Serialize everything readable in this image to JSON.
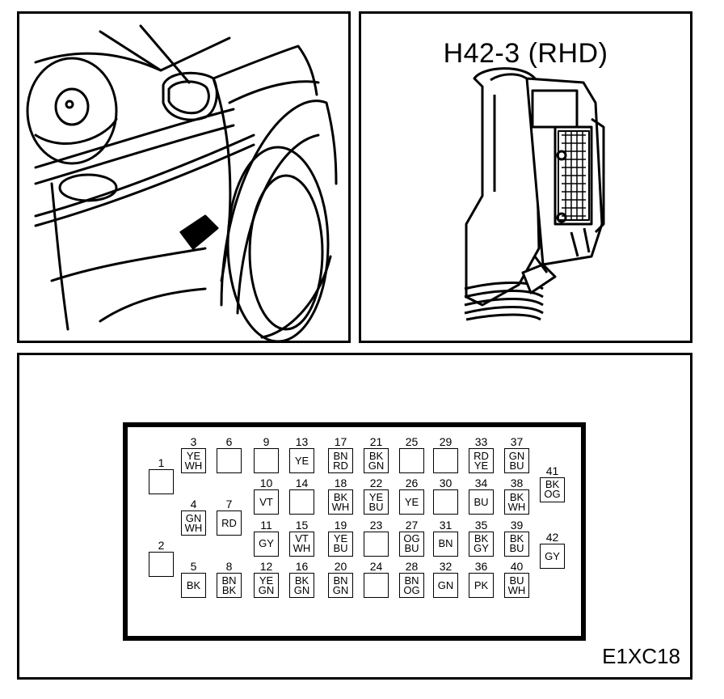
{
  "connector": {
    "title": "H42-3 (RHD)",
    "code": "E1XC18"
  },
  "pins": [
    {
      "n": "1",
      "c": [
        ""
      ]
    },
    {
      "n": "2",
      "c": [
        ""
      ]
    },
    {
      "n": "3",
      "c": [
        "YE",
        "WH"
      ]
    },
    {
      "n": "4",
      "c": [
        "GN",
        "WH"
      ]
    },
    {
      "n": "5",
      "c": [
        "BK"
      ]
    },
    {
      "n": "6",
      "c": [
        ""
      ]
    },
    {
      "n": "7",
      "c": [
        "RD"
      ]
    },
    {
      "n": "8",
      "c": [
        "BN",
        "BK"
      ]
    },
    {
      "n": "9",
      "c": [
        ""
      ]
    },
    {
      "n": "10",
      "c": [
        "VT"
      ]
    },
    {
      "n": "11",
      "c": [
        "GY"
      ]
    },
    {
      "n": "12",
      "c": [
        "YE",
        "GN"
      ]
    },
    {
      "n": "13",
      "c": [
        "YE"
      ]
    },
    {
      "n": "14",
      "c": [
        ""
      ]
    },
    {
      "n": "15",
      "c": [
        "VT",
        "WH"
      ]
    },
    {
      "n": "16",
      "c": [
        "BK",
        "GN"
      ]
    },
    {
      "n": "17",
      "c": [
        "BN",
        "RD"
      ]
    },
    {
      "n": "18",
      "c": [
        "BK",
        "WH"
      ]
    },
    {
      "n": "19",
      "c": [
        "YE",
        "BU"
      ]
    },
    {
      "n": "20",
      "c": [
        "BN",
        "GN"
      ]
    },
    {
      "n": "21",
      "c": [
        "BK",
        "GN"
      ]
    },
    {
      "n": "22",
      "c": [
        "YE",
        "BU"
      ]
    },
    {
      "n": "23",
      "c": [
        ""
      ]
    },
    {
      "n": "24",
      "c": [
        ""
      ]
    },
    {
      "n": "25",
      "c": [
        ""
      ]
    },
    {
      "n": "26",
      "c": [
        "YE"
      ]
    },
    {
      "n": "27",
      "c": [
        "OG",
        "BU"
      ]
    },
    {
      "n": "28",
      "c": [
        "BN",
        "OG"
      ]
    },
    {
      "n": "29",
      "c": [
        ""
      ]
    },
    {
      "n": "30",
      "c": [
        ""
      ]
    },
    {
      "n": "31",
      "c": [
        "BN"
      ]
    },
    {
      "n": "32",
      "c": [
        "GN"
      ]
    },
    {
      "n": "33",
      "c": [
        "RD",
        "YE"
      ]
    },
    {
      "n": "34",
      "c": [
        "BU"
      ]
    },
    {
      "n": "35",
      "c": [
        "BK",
        "GY"
      ]
    },
    {
      "n": "36",
      "c": [
        "PK"
      ]
    },
    {
      "n": "37",
      "c": [
        "GN",
        "BU"
      ]
    },
    {
      "n": "38",
      "c": [
        "BK",
        "WH"
      ]
    },
    {
      "n": "39",
      "c": [
        "BK",
        "BU"
      ]
    },
    {
      "n": "40",
      "c": [
        "BU",
        "WH"
      ]
    },
    {
      "n": "41",
      "c": [
        "BK",
        "OG"
      ]
    },
    {
      "n": "42",
      "c": [
        "GY"
      ]
    }
  ]
}
